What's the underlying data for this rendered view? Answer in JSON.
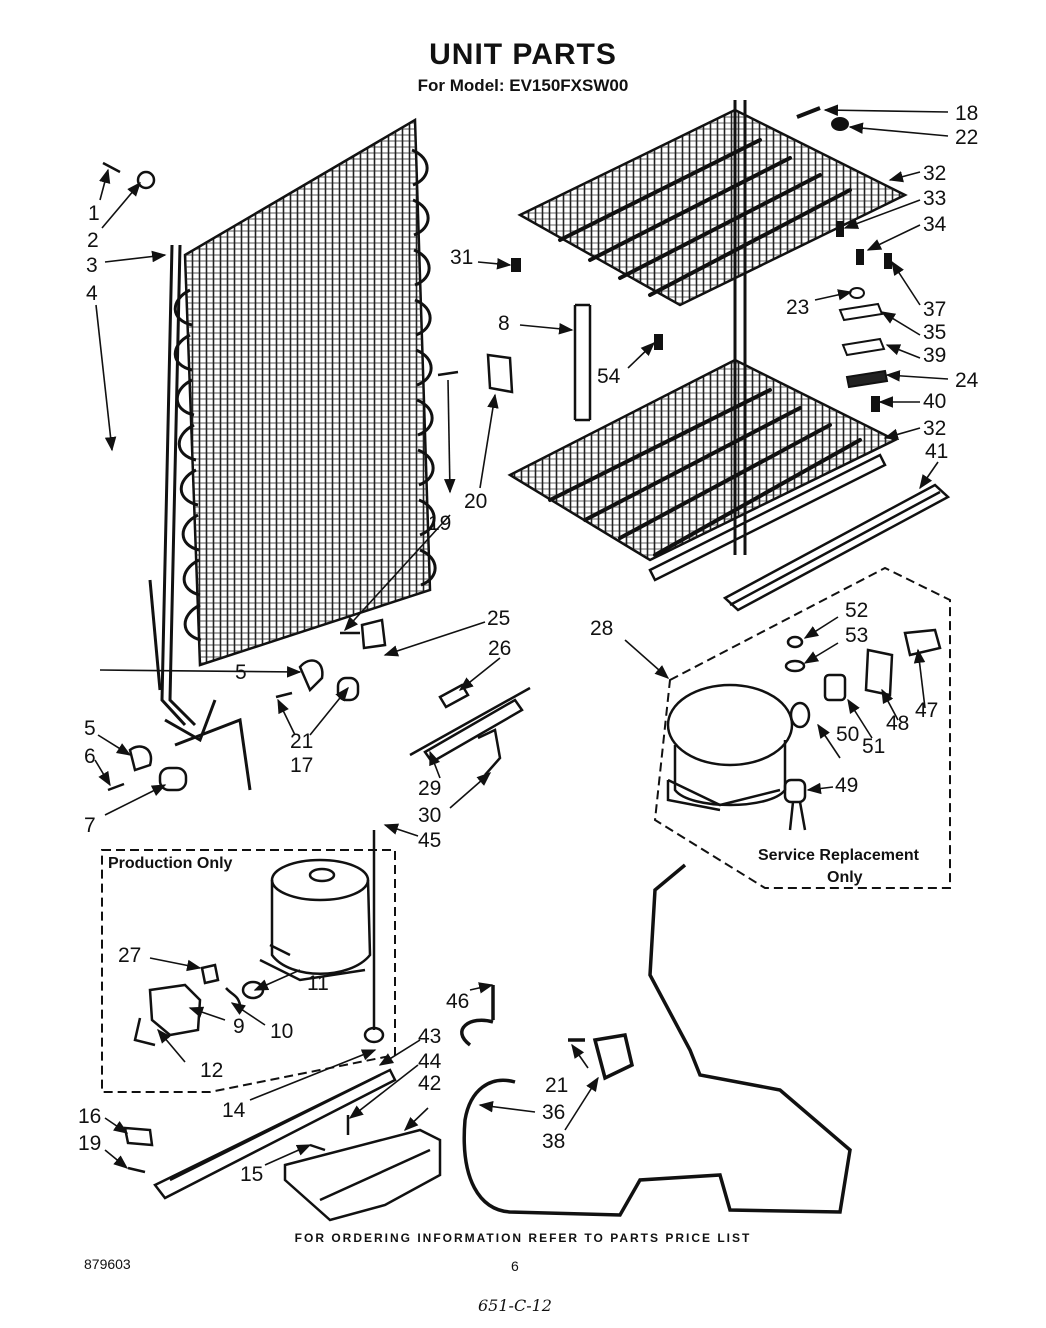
{
  "header": {
    "title": "UNIT PARTS",
    "subtitle": "For Model: EV150FXSW00"
  },
  "boxes": {
    "production_label": "Production Only",
    "service_label_line1": "Service Replacement",
    "service_label_line2": "Only"
  },
  "footer": {
    "ordering_note": "FOR ORDERING INFORMATION REFER TO PARTS PRICE LIST",
    "doc_number": "879603",
    "page_number": "6",
    "handwritten": "651-C-12"
  },
  "callouts": [
    {
      "label": "1"
    },
    {
      "label": "2"
    },
    {
      "label": "3"
    },
    {
      "label": "4"
    },
    {
      "label": "5"
    },
    {
      "label": "5"
    },
    {
      "label": "6"
    },
    {
      "label": "7"
    },
    {
      "label": "8"
    },
    {
      "label": "9"
    },
    {
      "label": "10"
    },
    {
      "label": "11"
    },
    {
      "label": "12"
    },
    {
      "label": "14"
    },
    {
      "label": "15"
    },
    {
      "label": "16"
    },
    {
      "label": "17"
    },
    {
      "label": "18"
    },
    {
      "label": "19"
    },
    {
      "label": "19"
    },
    {
      "label": "20"
    },
    {
      "label": "21"
    },
    {
      "label": "21"
    },
    {
      "label": "22"
    },
    {
      "label": "23"
    },
    {
      "label": "24"
    },
    {
      "label": "25"
    },
    {
      "label": "26"
    },
    {
      "label": "27"
    },
    {
      "label": "28"
    },
    {
      "label": "29"
    },
    {
      "label": "30"
    },
    {
      "label": "31"
    },
    {
      "label": "32"
    },
    {
      "label": "32"
    },
    {
      "label": "33"
    },
    {
      "label": "34"
    },
    {
      "label": "35"
    },
    {
      "label": "36"
    },
    {
      "label": "37"
    },
    {
      "label": "38"
    },
    {
      "label": "39"
    },
    {
      "label": "40"
    },
    {
      "label": "41"
    },
    {
      "label": "42"
    },
    {
      "label": "43"
    },
    {
      "label": "44"
    },
    {
      "label": "45"
    },
    {
      "label": "46"
    },
    {
      "label": "47"
    },
    {
      "label": "48"
    },
    {
      "label": "49"
    },
    {
      "label": "50"
    },
    {
      "label": "51"
    },
    {
      "label": "52"
    },
    {
      "label": "53"
    },
    {
      "label": "54"
    }
  ]
}
